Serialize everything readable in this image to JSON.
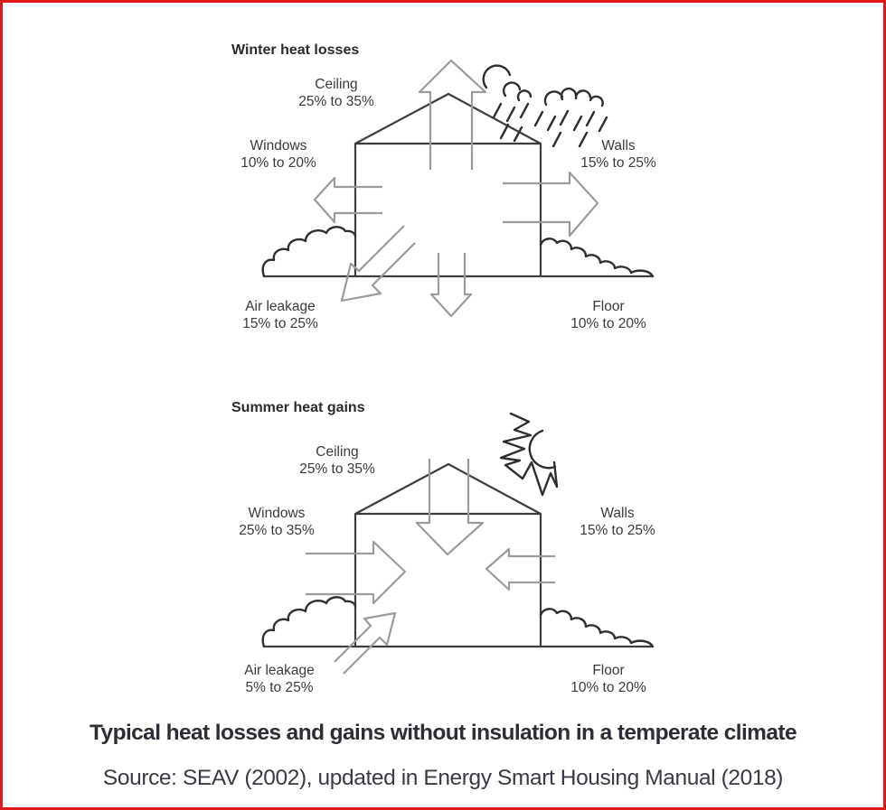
{
  "colors": {
    "border-red": "#e01a1a",
    "line-dark": "#3d3d3d",
    "line-arrow": "#9b9b9b",
    "line-sketch": "#2f2f2f",
    "text-label": "#3a3a3a",
    "text-caption": "#2d2d36",
    "text-source": "#3a3a44",
    "bg": "#ffffff"
  },
  "winter": {
    "title": "Winter heat losses",
    "labels": {
      "ceiling": {
        "name": "Ceiling",
        "value": "25% to 35%"
      },
      "windows": {
        "name": "Windows",
        "value": "10% to 20%"
      },
      "walls": {
        "name": "Walls",
        "value": "15% to 25%"
      },
      "air_leakage": {
        "name": "Air leakage",
        "value": "15% to 25%"
      },
      "floor": {
        "name": "Floor",
        "value": "10% to 20%"
      }
    }
  },
  "summer": {
    "title": "Summer heat gains",
    "labels": {
      "ceiling": {
        "name": "Ceiling",
        "value": "25% to 35%"
      },
      "windows": {
        "name": "Windows",
        "value": "25% to 35%"
      },
      "walls": {
        "name": "Walls",
        "value": "15% to 25%"
      },
      "air_leakage": {
        "name": "Air leakage",
        "value": "5% to 25%"
      },
      "floor": {
        "name": "Floor",
        "value": "10% to 20%"
      }
    }
  },
  "caption": {
    "title": "Typical heat losses and gains without insulation in a temperate climate",
    "source": "Source: SEAV (2002), updated in Energy Smart Housing Manual (2018)"
  }
}
